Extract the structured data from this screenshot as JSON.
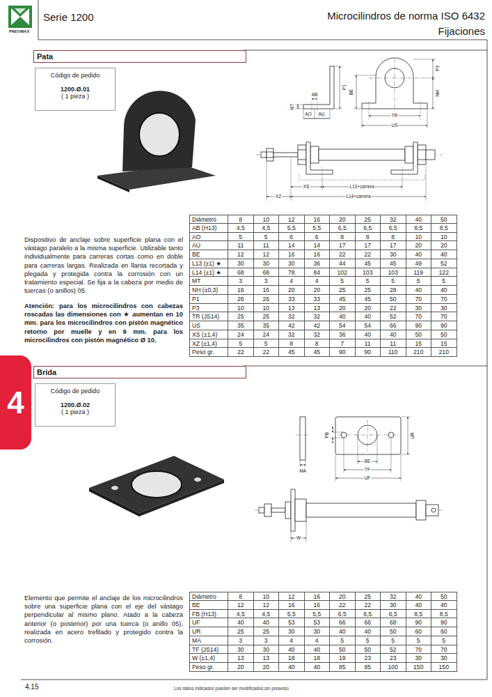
{
  "diagram": {
    "title": "Microcilindros de norma ISO 6432",
    "nodes": [
      {
        "text": [
          "Pata"
        ]
      },
      {
        "text": [
          "Código de pedido",
          "1200.Ø.01",
          "( 1 pieza )"
        ]
      },
      {
        "text": [
          "4"
        ]
      },
      {
        "text": [
          "Brida"
        ]
      },
      {
        "text": [
          "Código de pedido",
          "1200.Ø.02",
          "( 1 pieza )"
        ]
      }
    ],
    "labels": [
      "Serie 1200",
      "Fijaciones",
      "PNEUMAX",
      "AB",
      "P1",
      "MT",
      "AO",
      "AU",
      "BE",
      "P3",
      "NH",
      "TR",
      "US",
      "XS",
      "L13+carrera",
      "XZ",
      "L14+carrera",
      "Dispositivo de anclaje sobre superficie plana con el vástago paralelo a la misma superficie. Utilizable tanto individualmente para carreras cortas como en doble para carreras largas. Realizada en llanta recortada y plegada y protegida contra la corrosión con un tratamiento especial. Se fija a la cabeza por medio de tuercas (o anillos) 05.",
      "Atención: para los microcilindros con cabezas roscadas las dimensiones con ★ aumentan en 10 mm. para los microcilindros con pistón magnético retorno por muelle y en 9 mm. para los microcilindros con pistón magnético Ø 10.",
      "Diámetro",
      "8",
      "10",
      "12",
      "16",
      "20",
      "25",
      "32",
      "40",
      "50",
      "AB (H13)",
      "4,5",
      "4,5",
      "5,5",
      "5,5",
      "6,5",
      "6,5",
      "6,5",
      "8,5",
      "8,5",
      "AO",
      "5",
      "5",
      "6",
      "6",
      "8",
      "8",
      "8",
      "10",
      "10",
      "AU",
      "11",
      "11",
      "14",
      "14",
      "17",
      "17",
      "17",
      "20",
      "20",
      "BE",
      "12",
      "12",
      "16",
      "16",
      "22",
      "22",
      "30",
      "40",
      "40",
      "L13 (±1) ★",
      "30",
      "30",
      "30",
      "36",
      "44",
      "45",
      "45",
      "49",
      "52",
      "L14 (±1) ★",
      "68",
      "68",
      "78",
      "84",
      "102",
      "103",
      "103",
      "119",
      "122",
      "MT",
      "3",
      "3",
      "4",
      "4",
      "5",
      "5",
      "5",
      "5",
      "5",
      "NH (±0,3)",
      "16",
      "16",
      "20",
      "20",
      "25",
      "25",
      "28",
      "40",
      "40",
      "P1",
      "26",
      "26",
      "33",
      "33",
      "45",
      "45",
      "50",
      "70",
      "70",
      "P3",
      "10",
      "10",
      "13",
      "13",
      "20",
      "20",
      "22",
      "30",
      "30",
      "TR (JS14)",
      "25",
      "25",
      "32",
      "32",
      "40",
      "40",
      "52",
      "70",
      "70",
      "US",
      "35",
      "35",
      "42",
      "42",
      "54",
      "54",
      "66",
      "90",
      "90",
      "XS (±1,4)",
      "24",
      "24",
      "32",
      "32",
      "36",
      "40",
      "40",
      "50",
      "50",
      "XZ (±1,4)",
      "5",
      "5",
      "8",
      "8",
      "7",
      "11",
      "11",
      "15",
      "15",
      "Peso gr.",
      "22",
      "22",
      "45",
      "45",
      "90",
      "90",
      "110",
      "210",
      "210",
      "FB",
      "UR",
      "MA",
      "BE",
      "TF",
      "UF",
      "W",
      "Elemento que permite el anclaje de los microcilindros sobre una superficie plana con el eje del vástago perpendicular al mismo plano. Atado a la cabeza anterior (o posterior) por una tuerca (o anillo 05), realizada en acero trefilado y protegido contra la corrosión.",
      "Diámetro",
      "8",
      "10",
      "12",
      "16",
      "20",
      "25",
      "32",
      "40",
      "50",
      "BE",
      "12",
      "12",
      "16",
      "16",
      "22",
      "22",
      "30",
      "40",
      "40",
      "FB (H13)",
      "4,5",
      "4,5",
      "5,5",
      "5,5",
      "6,5",
      "6,5",
      "6,5",
      "8,5",
      "8,5",
      "UF",
      "40",
      "40",
      "53",
      "53",
      "66",
      "66",
      "68",
      "90",
      "90",
      "UR",
      "25",
      "25",
      "30",
      "30",
      "40",
      "40",
      "50",
      "60",
      "60",
      "MA",
      "3",
      "3",
      "4",
      "4",
      "5",
      "5",
      "5",
      "5",
      "5",
      "TF (JS14)",
      "30",
      "30",
      "40",
      "40",
      "50",
      "50",
      "52",
      "70",
      "70",
      "W (±1,4)",
      "13",
      "13",
      "18",
      "18",
      "19",
      "23",
      "23",
      "30",
      "30",
      "Peso gr.",
      "20",
      "20",
      "40",
      "40",
      "85",
      "85",
      "100",
      "150",
      "150",
      "4.15",
      "Los datos indicados pueden ser modificados sin preaviso"
    ]
  }
}
